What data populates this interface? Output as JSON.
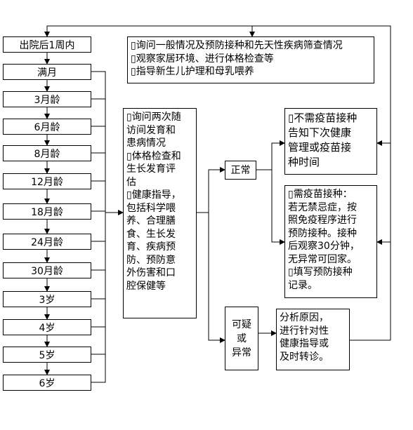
{
  "stages": [
    "出院后1周内",
    "满月",
    "3月龄",
    "6月龄",
    "8月龄",
    "12月龄",
    "18月龄",
    "24月龄",
    "30月龄",
    "3岁",
    "4岁",
    "5岁",
    "6岁"
  ],
  "first_visit_tasks": [
    "询问一般情况及预防接种和先天性疾病筛查情况",
    "观察家居环境、进行体格检查等",
    "指导新生儿护理和母乳喂养"
  ],
  "followup_tasks": {
    "lines": [
      "询问两次随",
      "访间发育和",
      "患病情况",
      "体格检查和",
      "生长发育评",
      "估",
      "健康指导，",
      "包括科学喂",
      "养、合理膳",
      "食、生长发",
      "育、疾病预",
      "防、预防意",
      "外伤害和口",
      "腔保健等"
    ]
  },
  "normal_label": "正常",
  "abnormal_label_lines": [
    "可疑",
    "或",
    "异常"
  ],
  "no_vaccine": {
    "lines": [
      "不需疫苗接种",
      "告知下次健康",
      "管理或疫苗接",
      "种时间"
    ]
  },
  "vaccine": {
    "lines": [
      "需疫苗接种：",
      "若无禁忌症，按",
      "照免疫程序进行",
      "预防接种。接种",
      "后观察30分钟，",
      "无异常可回家。",
      "填写预防接种",
      "记录。"
    ]
  },
  "analysis": {
    "lines": [
      "分析原因，",
      "进行针对性",
      "健康指导或",
      "及时转诊。"
    ]
  },
  "bullet_marker": "▯",
  "colors": {
    "line": "#000000",
    "box_border": "#000000"
  }
}
